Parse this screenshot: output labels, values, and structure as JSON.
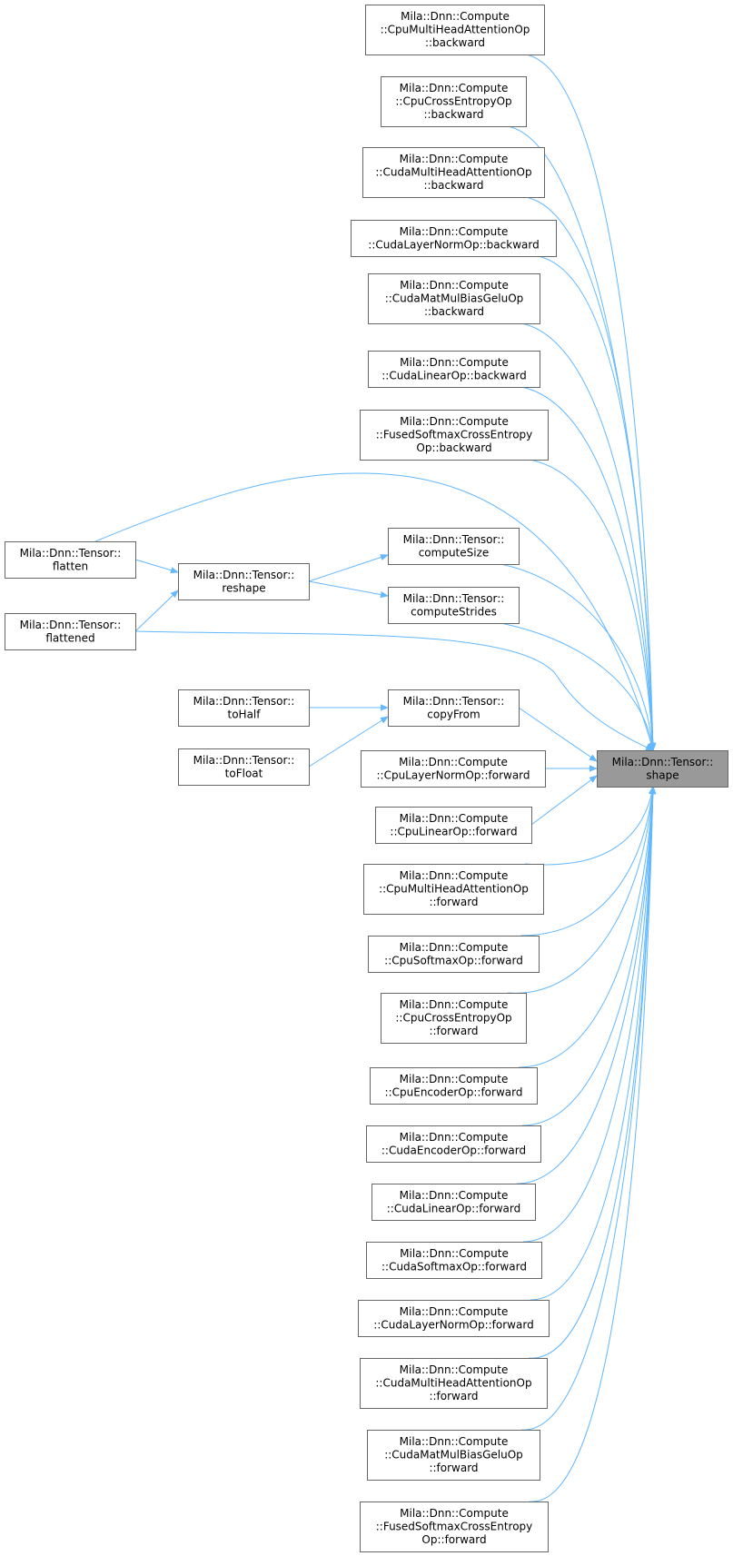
{
  "graph": {
    "focus": {
      "id": "shape",
      "lines": [
        "Mila::Dnn::Tensor::",
        "shape"
      ]
    },
    "nodes": [
      {
        "id": "n1",
        "lines": [
          "Mila::Dnn::Compute",
          "::CpuMultiHeadAttentionOp",
          "::backward"
        ]
      },
      {
        "id": "n2",
        "lines": [
          "Mila::Dnn::Compute",
          "::CpuCrossEntropyOp",
          "::backward"
        ]
      },
      {
        "id": "n3",
        "lines": [
          "Mila::Dnn::Compute",
          "::CudaMultiHeadAttentionOp",
          "::backward"
        ]
      },
      {
        "id": "n4",
        "lines": [
          "Mila::Dnn::Compute",
          "::CudaLayerNormOp::backward"
        ]
      },
      {
        "id": "n5",
        "lines": [
          "Mila::Dnn::Compute",
          "::CudaMatMulBiasGeluOp",
          "::backward"
        ]
      },
      {
        "id": "n6",
        "lines": [
          "Mila::Dnn::Compute",
          "::CudaLinearOp::backward"
        ]
      },
      {
        "id": "n7",
        "lines": [
          "Mila::Dnn::Compute",
          "::FusedSoftmaxCrossEntropy",
          "Op::backward"
        ]
      },
      {
        "id": "n8",
        "lines": [
          "Mila::Dnn::Tensor::",
          "flatten"
        ]
      },
      {
        "id": "n9",
        "lines": [
          "Mila::Dnn::Tensor::",
          "reshape"
        ]
      },
      {
        "id": "n10",
        "lines": [
          "Mila::Dnn::Tensor::",
          "computeSize"
        ]
      },
      {
        "id": "n11",
        "lines": [
          "Mila::Dnn::Tensor::",
          "computeStrides"
        ]
      },
      {
        "id": "n12",
        "lines": [
          "Mila::Dnn::Tensor::",
          "flattened"
        ]
      },
      {
        "id": "n13",
        "lines": [
          "Mila::Dnn::Tensor::",
          "toHalf"
        ]
      },
      {
        "id": "n14",
        "lines": [
          "Mila::Dnn::Tensor::",
          "copyFrom"
        ]
      },
      {
        "id": "n15",
        "lines": [
          "Mila::Dnn::Tensor::",
          "toFloat"
        ]
      },
      {
        "id": "n16",
        "lines": [
          "Mila::Dnn::Compute",
          "::CpuLayerNormOp::forward"
        ]
      },
      {
        "id": "n17",
        "lines": [
          "Mila::Dnn::Compute",
          "::CpuLinearOp::forward"
        ]
      },
      {
        "id": "n18",
        "lines": [
          "Mila::Dnn::Compute",
          "::CpuMultiHeadAttentionOp",
          "::forward"
        ]
      },
      {
        "id": "n19",
        "lines": [
          "Mila::Dnn::Compute",
          "::CpuSoftmaxOp::forward"
        ]
      },
      {
        "id": "n20",
        "lines": [
          "Mila::Dnn::Compute",
          "::CpuCrossEntropyOp",
          "::forward"
        ]
      },
      {
        "id": "n21",
        "lines": [
          "Mila::Dnn::Compute",
          "::CpuEncoderOp::forward"
        ]
      },
      {
        "id": "n22",
        "lines": [
          "Mila::Dnn::Compute",
          "::CudaEncoderOp::forward"
        ]
      },
      {
        "id": "n23",
        "lines": [
          "Mila::Dnn::Compute",
          "::CudaLinearOp::forward"
        ]
      },
      {
        "id": "n24",
        "lines": [
          "Mila::Dnn::Compute",
          "::CudaSoftmaxOp::forward"
        ]
      },
      {
        "id": "n25",
        "lines": [
          "Mila::Dnn::Compute",
          "::CudaLayerNormOp::forward"
        ]
      },
      {
        "id": "n26",
        "lines": [
          "Mila::Dnn::Compute",
          "::CudaMultiHeadAttentionOp",
          "::forward"
        ]
      },
      {
        "id": "n27",
        "lines": [
          "Mila::Dnn::Compute",
          "::CudaMatMulBiasGeluOp",
          "::forward"
        ]
      },
      {
        "id": "n28",
        "lines": [
          "Mila::Dnn::Compute",
          "::FusedSoftmaxCrossEntropy",
          "Op::forward"
        ]
      }
    ],
    "edges": [
      {
        "from": "n1",
        "to": "shape"
      },
      {
        "from": "n2",
        "to": "shape"
      },
      {
        "from": "n3",
        "to": "shape"
      },
      {
        "from": "n4",
        "to": "shape"
      },
      {
        "from": "n5",
        "to": "shape"
      },
      {
        "from": "n6",
        "to": "shape"
      },
      {
        "from": "n7",
        "to": "shape"
      },
      {
        "from": "n8",
        "to": "shape"
      },
      {
        "from": "n8",
        "to": "n9"
      },
      {
        "from": "n9",
        "to": "n10"
      },
      {
        "from": "n9",
        "to": "n11"
      },
      {
        "from": "n10",
        "to": "shape"
      },
      {
        "from": "n11",
        "to": "shape"
      },
      {
        "from": "n12",
        "to": "n9"
      },
      {
        "from": "n12",
        "to": "shape"
      },
      {
        "from": "n13",
        "to": "n14"
      },
      {
        "from": "n15",
        "to": "n14"
      },
      {
        "from": "n14",
        "to": "shape"
      },
      {
        "from": "n16",
        "to": "shape"
      },
      {
        "from": "n17",
        "to": "shape"
      },
      {
        "from": "n18",
        "to": "shape"
      },
      {
        "from": "n19",
        "to": "shape"
      },
      {
        "from": "n20",
        "to": "shape"
      },
      {
        "from": "n21",
        "to": "shape"
      },
      {
        "from": "n22",
        "to": "shape"
      },
      {
        "from": "n23",
        "to": "shape"
      },
      {
        "from": "n24",
        "to": "shape"
      },
      {
        "from": "n25",
        "to": "shape"
      },
      {
        "from": "n26",
        "to": "shape"
      },
      {
        "from": "n27",
        "to": "shape"
      },
      {
        "from": "n28",
        "to": "shape"
      }
    ],
    "colors": {
      "edge": "#63b8ff",
      "focus_fill": "#999999",
      "border": "#666666"
    }
  }
}
